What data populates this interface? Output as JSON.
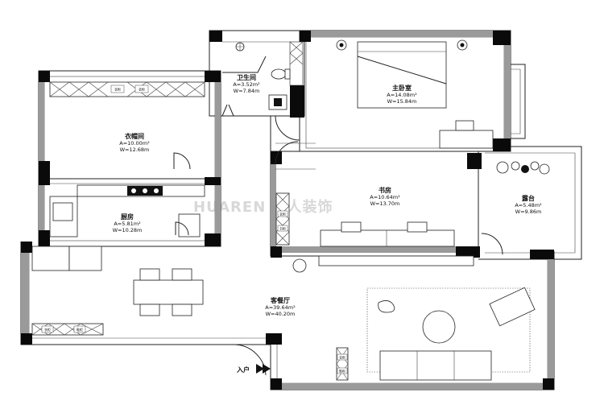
{
  "rooms": [
    {
      "id": "cloakroom",
      "name": "衣帽间",
      "area": "A=10.00m²",
      "wall": "W=12.68m"
    },
    {
      "id": "bathroom",
      "name": "卫生间",
      "area": "A=3.52m²",
      "wall": "W=7.84m"
    },
    {
      "id": "master",
      "name": "主卧室",
      "area": "A=14.08m²",
      "wall": "W=15.84m"
    },
    {
      "id": "study",
      "name": "书房",
      "area": "A=10.64m²",
      "wall": "W=13.70m"
    },
    {
      "id": "kitchen",
      "name": "厨房",
      "area": "A=5.81m²",
      "wall": "W=10.28m"
    },
    {
      "id": "balcony",
      "name": "露台",
      "area": "A=5.48m²",
      "wall": "W=9.86m"
    },
    {
      "id": "living",
      "name": "客餐厅",
      "area": "A=39.64m²",
      "wall": "W=40.20m"
    }
  ],
  "entry_label": "入户",
  "watermark": "HUAREN 华人装饰",
  "cabinet_labels": {
    "c1": "衣柜",
    "c2": "衣柜",
    "c3": "衣柜",
    "c4": "鞋柜",
    "c5": "衣柜",
    "c6": "书柜",
    "c7": "衣柜",
    "c8": "鞋柜"
  }
}
